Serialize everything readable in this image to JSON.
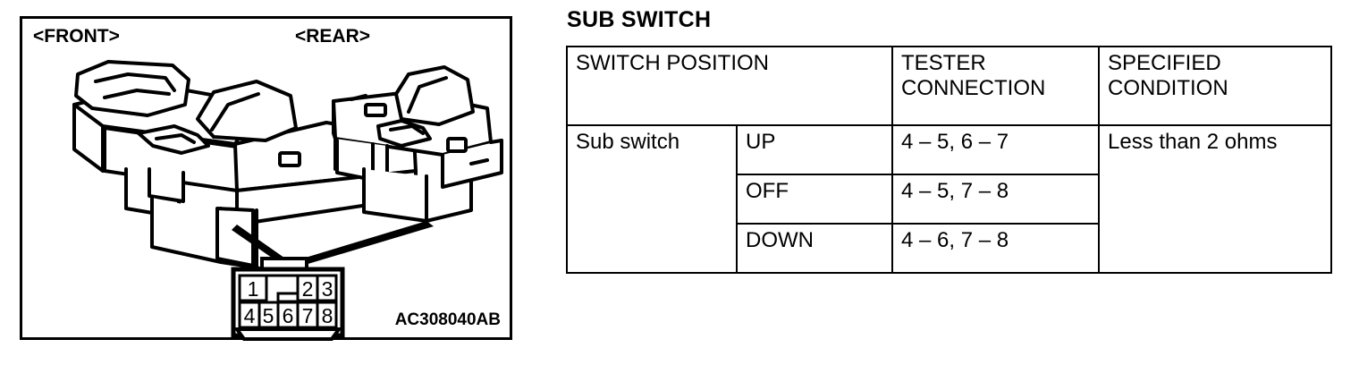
{
  "figure": {
    "label_front": "<FRONT>",
    "label_rear": "<REAR>",
    "code": "AC308040AB",
    "connector": {
      "name": "8-pin connector",
      "top_pins": [
        "1",
        "2",
        "3"
      ],
      "bottom_pins": [
        "4",
        "5",
        "6",
        "7",
        "8"
      ]
    }
  },
  "table": {
    "title": "SUB SWITCH",
    "headers": {
      "switch_position": "SWITCH POSITION",
      "tester_connection_line1": "TESTER",
      "tester_connection_line2": "CONNECTION",
      "specified_condition_line1": "SPECIFIED",
      "specified_condition_line2": "CONDITION"
    },
    "row_group_label": "Sub switch",
    "rows": [
      {
        "state": "UP",
        "connection": "4 – 5, 6 – 7"
      },
      {
        "state": "OFF",
        "connection": "4 – 5, 7 – 8"
      },
      {
        "state": "DOWN",
        "connection": "4 – 6, 7 – 8"
      }
    ],
    "condition": "Less than 2 ohms"
  },
  "colors": {
    "ink": "#000000",
    "paper": "#ffffff"
  }
}
